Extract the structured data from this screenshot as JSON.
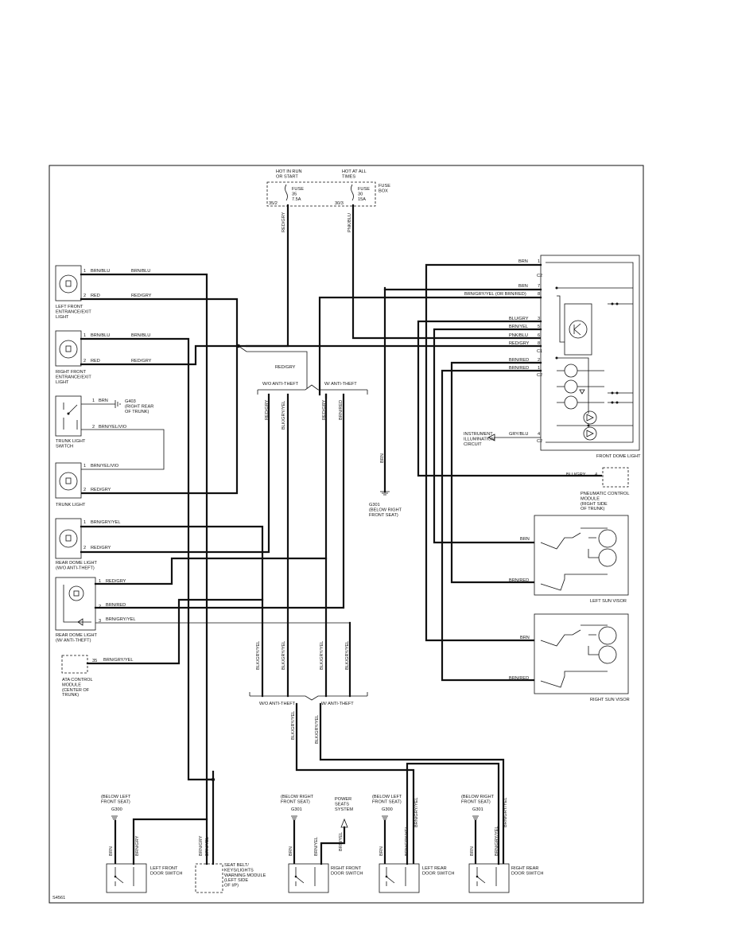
{
  "fuse_box": {
    "hot_run": "HOT IN RUN\nOR START",
    "hot_all": "HOT AT ALL\nTIMES",
    "fuse_box_label": "FUSE\nBOX",
    "fuse_a": "FUSE\n35\n7.5A",
    "fuse_b": "FUSE\n30\n15A",
    "term_a": "35/2",
    "term_b": "30/3",
    "wire_a": "RED/GRY",
    "wire_b": "PNK/BLU"
  },
  "left_components": [
    {
      "label": "LEFT FRONT\nENTRANCE/EXIT\nLIGHT",
      "p1": "1",
      "w1": "BRN/BLU",
      "w1b": "BRN/BLU",
      "p2": "2",
      "w2": "RED",
      "w2b": "RED/GRY"
    },
    {
      "label": "RIGHT FRONT\nENTRANCE/EXIT\nLIGHT",
      "p1": "1",
      "w1": "BRN/BLU",
      "w1b": "BRN/BLU",
      "p2": "2",
      "w2": "RED",
      "w2b": "RED/GRY"
    }
  ],
  "trunk_switch": {
    "label": "TRUNK LIGHT\nSWITCH",
    "p1": "1",
    "w1": "BRN",
    "ground": "G403\n(RIGHT REAR\nOF TRUNK)",
    "p2": "2",
    "w2": "BRN/YEL/VIO"
  },
  "trunk_light": {
    "label": "TRUNK LIGHT",
    "p1": "1",
    "w1": "BRN/YEL/VIO",
    "p2": "2",
    "w2": "RED/GRY"
  },
  "rear_dome_wo": {
    "label": "REAR DOME LIGHT\n(W/O ANTI-THEFT)",
    "p1": "1",
    "w1": "BRN/GRY/YEL",
    "p2": "2",
    "w2": "RED/GRY"
  },
  "rear_dome_w": {
    "label": "REAR DOME LIGHT\n(W/ ANTI-THEFT)",
    "p1": "1",
    "w1": "RED/GRY",
    "p2": "2",
    "w2": "BRN/RED",
    "p3": "3",
    "w3": "BRN/GRY/YEL"
  },
  "ata_module": {
    "label": "ATA CONTROL\nMODULE\n(CENTER OF\nTRUNK)",
    "pin": "35",
    "wire": "BRN/GRY/YEL"
  },
  "mid_split": {
    "junction_wire": "RED/GRY",
    "wo": "W/O ANTI-THEFT",
    "w": "W/ ANTI-THEFT",
    "v1": "RED/GRY",
    "v2": "BLK/GRY/YEL",
    "v3": "RED/GRY",
    "v4": "BRN/RED"
  },
  "lower_split": {
    "v1": "BLK/GRY/YEL",
    "v2": "BLK/GRY/YEL",
    "v3": "BLK/GRY/YEL",
    "v4": "BLK/GRY/YEL",
    "wo": "W/O ANTI-THEFT",
    "w": "W/ ANTI-THEFT",
    "b1": "BLK/GRY/YEL",
    "b2": "BLK/GRY/YEL"
  },
  "g301_center": {
    "wire": "BRN",
    "label": "G301\n(BELOW RIGHT\nFRONT SEAT)"
  },
  "front_dome": {
    "label": "FRONT DOME LIGHT",
    "rows": [
      {
        "wire": "BRN",
        "pin": "1"
      },
      {
        "wire": "",
        "pin": "C2"
      },
      {
        "wire": "BRN",
        "pin": "7"
      },
      {
        "wire": "BRN/GRY/YEL (OR BRN/RED)",
        "pin": "8"
      },
      {
        "wire": "BLU/GRY",
        "pin": "3"
      },
      {
        "wire": "BRN/YEL",
        "pin": "5"
      },
      {
        "wire": "PNK/BLU",
        "pin": "6"
      },
      {
        "wire": "RED/GRY",
        "pin": "8"
      },
      {
        "wire": "",
        "pin": "C1"
      },
      {
        "wire": "BRN/RED",
        "pin": "2"
      },
      {
        "wire": "BRN/RED",
        "pin": "1"
      },
      {
        "wire": "",
        "pin": "C2"
      }
    ],
    "gry_blu": "GRY/BLU",
    "pin4": "4",
    "c2b": "C2",
    "instrument": "INSTRUMENT\nILLUMINATION\nCIRCUIT"
  },
  "pneumatic": {
    "wire": "BLU/GRY",
    "pin": "4",
    "label": "PNEUMATIC CONTROL\nMODULE\n(RIGHT SIDE\nOF TRUNK)"
  },
  "left_visor": {
    "label": "LEFT SUN VISOR",
    "w1": "BRN",
    "w2": "BRN/RED"
  },
  "right_visor": {
    "label": "RIGHT SUN VISOR",
    "w1": "BRN",
    "w2": "BRN/RED"
  },
  "door_switches": [
    {
      "loc": "(BELOW LEFT\nFRONT SEAT)",
      "g": "G300",
      "w1": "BRN",
      "w2": "BRN/GRY",
      "label": "LEFT FRONT\nDOOR SWITCH"
    },
    {
      "loc": "(BELOW RIGHT\nFRONT SEAT)",
      "g": "G301",
      "w1": "BRN",
      "w2": "BRN/YEL",
      "label": "RIGHT FRONT\nDOOR SWITCH"
    },
    {
      "loc": "(BELOW LEFT\nFRONT SEAT)",
      "g": "G300",
      "w1": "BRN",
      "w2": "BRN/GRY/YEL",
      "label": "LEFT REAR\nDOOR SWITCH"
    },
    {
      "loc": "(BELOW RIGHT\nFRONT SEAT)",
      "g": "G301",
      "w1": "BRN",
      "w2": "BRN/GRY/YEL",
      "label": "RIGHT REAR\nDOOR SWITCH"
    }
  ],
  "door_extra": {
    "w3": "BRN/YEL",
    "w4": "BRN/GRY/YEL",
    "w5": "BRN/GRY/YEL",
    "w6": "BRN/GRY/YEL",
    "w7": "BRN/GRY/YEL"
  },
  "power_seats": "POWER\nSEATS\nSYSTEM",
  "seat_belt": {
    "label": "SEAT BELT/\nKEYS/LIGHTS\nWARNING MODULE\n(LEFT SIDE\nOF I/P)",
    "w1": "BRN/GRY",
    "w2": "BRN/YEL"
  },
  "figure_id": "S4561"
}
